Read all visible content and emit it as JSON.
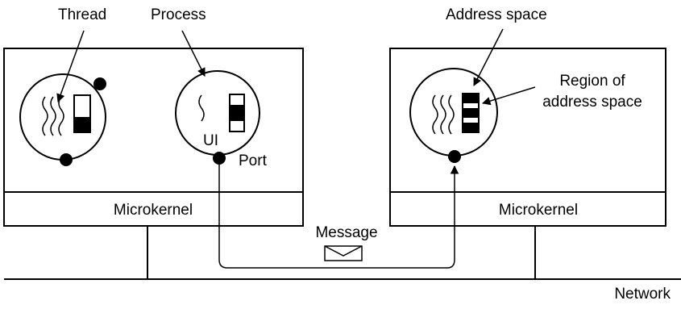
{
  "labels": {
    "thread": "Thread",
    "process": "Process",
    "address_space": "Address space",
    "region_line1": "Region of",
    "region_line2": "address space",
    "ui": "UI",
    "port": "Port",
    "message": "Message",
    "network": "Network"
  },
  "machines": [
    {
      "kernel_label": "Microkernel"
    },
    {
      "kernel_label": "Microkernel"
    }
  ],
  "colors": {
    "ink": "#000000",
    "background": "#ffffff"
  }
}
